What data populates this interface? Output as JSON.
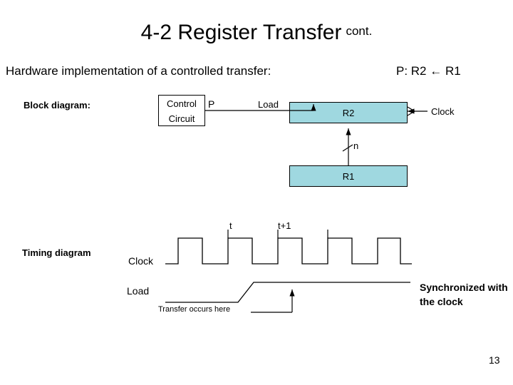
{
  "slide": {
    "title_main": "4-2 Register Transfer",
    "title_cont": "cont.",
    "subtitle": "Hardware implementation of a controlled transfer:",
    "transfer_expression": "P: R2 ← R1",
    "page_number": "13"
  },
  "block_diagram": {
    "section_label": "Block diagram:",
    "control_circuit_line1": "Control",
    "control_circuit_line2": "Circuit",
    "p_signal": "P",
    "load_signal": "Load",
    "register_r2": "R2",
    "register_r1": "R1",
    "clock_label": "Clock",
    "bus_width": "n"
  },
  "timing_diagram": {
    "section_label": "Timing diagram",
    "t_label": "t",
    "t_plus_1_label": "t+1",
    "clock_signal_label": "Clock",
    "load_signal_label": "Load",
    "transfer_note": "Transfer occurs here",
    "sync_note": "Synchronized with the clock"
  },
  "colors": {
    "register_fill": "#9fd8e0",
    "outline": "#000000",
    "background": "#ffffff"
  }
}
